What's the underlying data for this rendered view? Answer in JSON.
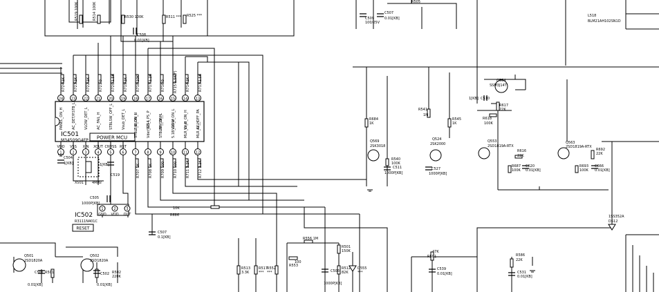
{
  "mcu": {
    "ref": "IC501",
    "part": "M34509G4FP",
    "badge": "POWER MCU",
    "top_pins": [
      {
        "num": "24",
        "sig": "PANEL_ON_H"
      },
      {
        "num": "23",
        "sig": "AC_DET/P.STB_L"
      },
      {
        "num": "22",
        "sig": "VLOW_DET_L"
      },
      {
        "num": "21",
        "sig": "AC_FAIL_H"
      },
      {
        "num": "20",
        "sig": "STBLSW_OFF_L"
      },
      {
        "num": "19",
        "sig": "Vsub_DET_L"
      },
      {
        "num": "18",
        "sig": "F_BLON_L"
      },
      {
        "num": "17",
        "sig": "SDS4_PS_P"
      },
      {
        "num": "16",
        "sig": "PF_ON_H"
      },
      {
        "num": "15",
        "sig": "VLOW_ON_L"
      },
      {
        "num": "14",
        "sig": "Vsub_ON_H"
      },
      {
        "num": "13",
        "sig": "ALL_OFF_PA"
      }
    ],
    "bottom_pins": [
      {
        "num": "1",
        "sig": "VDD"
      },
      {
        "num": "2",
        "sig": "VSS"
      },
      {
        "num": "3",
        "sig": "XIN"
      },
      {
        "num": "4",
        "sig": "XOUT"
      },
      {
        "num": "5",
        "sig": "CNVSS"
      },
      {
        "num": "6",
        "sig": "RST"
      },
      {
        "num": "7",
        "sig": "STBLSW_ON_H"
      },
      {
        "num": "8",
        "sig": "Vdet_SD_L"
      },
      {
        "num": "9",
        "sig": "STBLSW_ON_L"
      },
      {
        "num": "10",
        "sig": "5.1B_ON_H"
      },
      {
        "num": "11",
        "sig": "MLR_LY_H"
      },
      {
        "num": "12",
        "sig": "MLR_LY_H"
      }
    ]
  },
  "reset_ic": {
    "ref": "IC502",
    "part": "R3111N401C",
    "badge": "RESET",
    "pins": [
      {
        "num": "1",
        "name": "GND"
      },
      {
        "num": "2",
        "name": "VDD"
      },
      {
        "num": "3",
        "name": "OUT"
      }
    ]
  },
  "crystal": {
    "ref": "X501",
    "freq": "4MHz"
  },
  "labels": [
    {
      "id": "r519",
      "text": "R519 100K"
    },
    {
      "id": "r514",
      "text": "R514 100K"
    },
    {
      "id": "r530",
      "text": "R530 100K"
    },
    {
      "id": "r511",
      "text": "R511 ***"
    },
    {
      "id": "r525",
      "text": "R525 ***"
    },
    {
      "id": "c508",
      "text": "C508"
    },
    {
      "id": "c508v",
      "text": "0.01[KB]"
    },
    {
      "id": "c509",
      "text": "C509"
    },
    {
      "id": "c509v",
      "text": "100/25V"
    },
    {
      "id": "c507",
      "text": "C507"
    },
    {
      "id": "c507v",
      "text": "0.01[KB]"
    },
    {
      "id": "r505",
      "text": "R505"
    },
    {
      "id": "l518",
      "text": "L518"
    },
    {
      "id": "l518v",
      "text": "BLM21AH102SN1D"
    },
    {
      "id": "r724",
      "text": "R724 1K"
    },
    {
      "id": "r723",
      "text": "R723 1K"
    },
    {
      "id": "r722",
      "text": "R722 1K"
    },
    {
      "id": "r721",
      "text": "R721 0"
    },
    {
      "id": "r720",
      "text": "R720 1.5K"
    },
    {
      "id": "r719",
      "text": "R719 1K"
    },
    {
      "id": "r718",
      "text": "R718 10K"
    },
    {
      "id": "r717",
      "text": "R717 1.2K"
    },
    {
      "id": "r716",
      "text": "R716 0"
    },
    {
      "id": "r715",
      "text": "R715 1.5K(F)"
    },
    {
      "id": "r714",
      "text": "R714 1K"
    },
    {
      "id": "r713",
      "text": "R713 1.5K"
    },
    {
      "id": "c504",
      "text": "C504"
    },
    {
      "id": "c504v",
      "text": "1[KB]"
    },
    {
      "id": "c518",
      "text": "1[KB]"
    },
    {
      "id": "c519",
      "text": "C519"
    },
    {
      "id": "r707",
      "text": "R707 1K"
    },
    {
      "id": "r708",
      "text": "R708 1K"
    },
    {
      "id": "r709",
      "text": "R709 100"
    },
    {
      "id": "r710",
      "text": "R710 100"
    },
    {
      "id": "r711",
      "text": "R711 2.2K"
    },
    {
      "id": "r712",
      "text": "R712 2.2K"
    },
    {
      "id": "c505",
      "text": "C505"
    },
    {
      "id": "c505v",
      "text": "1000P[KB]"
    },
    {
      "id": "r10k",
      "text": "10K"
    },
    {
      "id": "r686",
      "text": "R686"
    },
    {
      "id": "c507b",
      "text": "C507"
    },
    {
      "id": "c507bv",
      "text": "0.1[KB]"
    },
    {
      "id": "r684",
      "text": "R684"
    },
    {
      "id": "r684v",
      "text": "1K"
    },
    {
      "id": "q569",
      "text": "Q569"
    },
    {
      "id": "q569v",
      "text": "2SK3018"
    },
    {
      "id": "r540",
      "text": "R540"
    },
    {
      "id": "r540v",
      "text": "100K"
    },
    {
      "id": "c511",
      "text": "C511"
    },
    {
      "id": "c511v",
      "text": "1000P[KB]"
    },
    {
      "id": "r541",
      "text": "R541"
    },
    {
      "id": "r541v",
      "text": "1M"
    },
    {
      "id": "q524",
      "text": "Q524"
    },
    {
      "id": "q524v",
      "text": "2SK2000"
    },
    {
      "id": "c527",
      "text": "C527"
    },
    {
      "id": "c527v",
      "text": "1000P[KB]"
    },
    {
      "id": "r545",
      "text": "R545"
    },
    {
      "id": "r545v",
      "text": "1K"
    },
    {
      "id": "q554",
      "text": "Q554"
    },
    {
      "id": "q554v",
      "text": "SSM3J14T"
    },
    {
      "id": "c510",
      "text": "C510"
    },
    {
      "id": "c510v",
      "text": "1[KB]"
    },
    {
      "id": "r618",
      "text": "R618"
    },
    {
      "id": "r618v",
      "text": "100K"
    },
    {
      "id": "r617",
      "text": "R617"
    },
    {
      "id": "r617v",
      "text": "22K"
    },
    {
      "id": "q553",
      "text": "Q553"
    },
    {
      "id": "q553v",
      "text": "2SD1819A-RTX"
    },
    {
      "id": "r616",
      "text": "R616"
    },
    {
      "id": "r616v",
      "text": "22K"
    },
    {
      "id": "r687",
      "text": "R687"
    },
    {
      "id": "r687v",
      "text": "100K"
    },
    {
      "id": "c620",
      "text": "C620"
    },
    {
      "id": "c620v",
      "text": "0.01[KB]"
    },
    {
      "id": "q563",
      "text": "Q563"
    },
    {
      "id": "q563v",
      "text": "2SD1819A-RTX"
    },
    {
      "id": "r692",
      "text": "R692"
    },
    {
      "id": "r692v",
      "text": "22K"
    },
    {
      "id": "r693",
      "text": "R693"
    },
    {
      "id": "r693v",
      "text": "100K"
    },
    {
      "id": "c666",
      "text": "C666"
    },
    {
      "id": "c666v",
      "text": "0.01[KB]"
    },
    {
      "id": "d512",
      "text": "1SS352A"
    },
    {
      "id": "d512v",
      "text": "D512"
    },
    {
      "id": "q501",
      "text": "Q501"
    },
    {
      "id": "q501v",
      "text": "2SD1820A"
    },
    {
      "id": "c501",
      "text": "C501"
    },
    {
      "id": "r501",
      "text": "R501"
    },
    {
      "id": "c501v",
      "text": "0.01[KB]"
    },
    {
      "id": "q502",
      "text": "Q502"
    },
    {
      "id": "q502v",
      "text": "2SD1820A"
    },
    {
      "id": "c502",
      "text": "C502"
    },
    {
      "id": "r502",
      "text": "R502"
    },
    {
      "id": "r502v",
      "text": "220K"
    },
    {
      "id": "c502v",
      "text": "0.01[KB]"
    },
    {
      "id": "r513",
      "text": "R513"
    },
    {
      "id": "r513v",
      "text": "3.3K"
    },
    {
      "id": "r517",
      "text": "R517"
    },
    {
      "id": "r517v",
      "text": "***"
    },
    {
      "id": "r552",
      "text": "R552"
    },
    {
      "id": "r552v",
      "text": "***"
    },
    {
      "id": "r553",
      "text": "R553"
    },
    {
      "id": "r553v",
      "text": "100"
    },
    {
      "id": "r556",
      "text": "R556 1M"
    },
    {
      "id": "r501b",
      "text": "R501"
    },
    {
      "id": "r501bv",
      "text": "150K"
    },
    {
      "id": "c503",
      "text": "C503"
    },
    {
      "id": "c503v",
      "text": "1000P[KB]"
    },
    {
      "id": "r512",
      "text": "R512"
    },
    {
      "id": "r512v",
      "text": "82K"
    },
    {
      "id": "d555",
      "text": "D555"
    },
    {
      "id": "d555v",
      "text": "***"
    },
    {
      "id": "r501c",
      "text": "47K"
    },
    {
      "id": "r501cv",
      "text": "R501"
    },
    {
      "id": "c539",
      "text": "C539"
    },
    {
      "id": "c539v",
      "text": "0.01[KB]"
    },
    {
      "id": "r586",
      "text": "R586"
    },
    {
      "id": "r586v",
      "text": "22K"
    },
    {
      "id": "c531",
      "text": "C531"
    },
    {
      "id": "c531v",
      "text": "0.01[KB]"
    }
  ]
}
